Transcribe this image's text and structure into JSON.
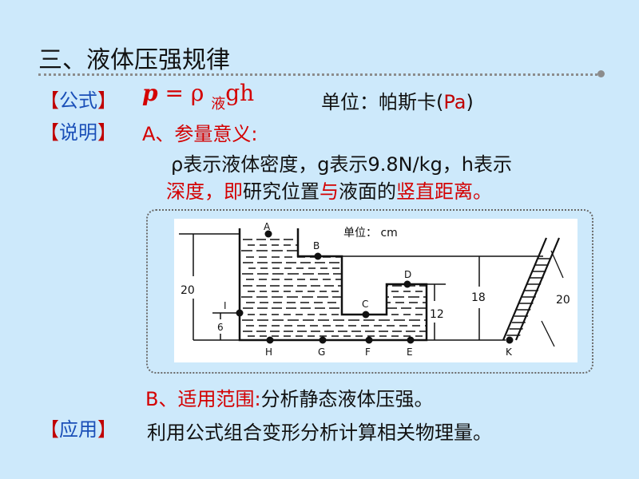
{
  "title": "三、液体压强规律",
  "formula_section": {
    "bracket_open": "【",
    "tag": "公式",
    "bracket_close": "】",
    "p": "p",
    "equals_rho": " = ρ ",
    "sub": "液",
    "gh": "gh",
    "unit_prefix": "单位：帕斯卡(",
    "unit_symbol": "Pa",
    "unit_suffix": ")"
  },
  "note_section": {
    "bracket_open": "【",
    "tag": "说明",
    "bracket_close": "】",
    "heading_a": "A、参量意义:",
    "line1": "ρ表示液体密度，g表示9.8N/kg，h表示",
    "line2_part1": "深度，即",
    "line2_part2": "研究位置",
    "line2_part3": "与",
    "line2_part4": "液面的",
    "line2_part5": "竖直距离。",
    "scope_label": "B、适用范围:",
    "scope_text": "分析静态液体压强。"
  },
  "application_section": {
    "bracket_open": "【",
    "tag": "应用",
    "bracket_close": "】",
    "text": "利用公式组合变形分析计算相关物理量。"
  },
  "diagram": {
    "unit_label": "单位：  cm",
    "points": [
      "A",
      "B",
      "C",
      "D",
      "H",
      "G",
      "F",
      "E",
      "I",
      "K"
    ],
    "dimensions": [
      "20",
      "6",
      "12",
      "18",
      "20"
    ]
  }
}
